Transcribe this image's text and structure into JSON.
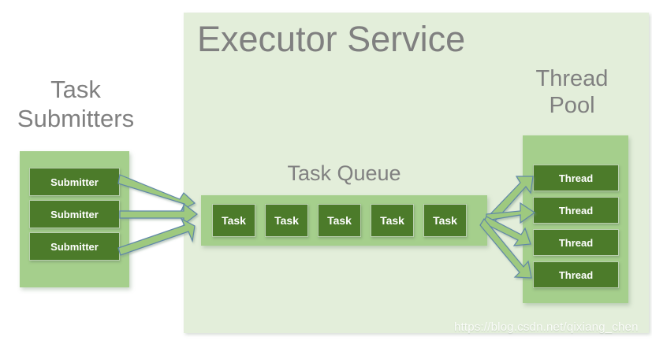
{
  "diagram": {
    "executor": {
      "title": "Executor Service",
      "bg_color": "#e3eeda"
    },
    "submitters": {
      "title": "Task\nSubmitters",
      "panel_color": "#a5cf8c",
      "cells": [
        {
          "label": "Submitter"
        },
        {
          "label": "Submitter"
        },
        {
          "label": "Submitter"
        }
      ]
    },
    "queue": {
      "title": "Task Queue",
      "panel_color": "#a5cf8c",
      "cells": [
        {
          "label": "Task"
        },
        {
          "label": "Task"
        },
        {
          "label": "Task"
        },
        {
          "label": "Task"
        },
        {
          "label": "Task"
        }
      ]
    },
    "threadpool": {
      "title": "Thread\nPool",
      "panel_color": "#a5cf8c",
      "cells": [
        {
          "label": "Thread"
        },
        {
          "label": "Thread"
        },
        {
          "label": "Thread"
        },
        {
          "label": "Thread"
        }
      ]
    },
    "colors": {
      "cell_green": "#4c7b2a",
      "panel_green": "#a5cf8c",
      "executor_green": "#e3eeda",
      "text_gray": "#808080",
      "arrow_fill": "#9ec97f",
      "arrow_stroke": "#5f87a8"
    },
    "watermark": "https://blog.csdn.net/qixiang_chen"
  }
}
